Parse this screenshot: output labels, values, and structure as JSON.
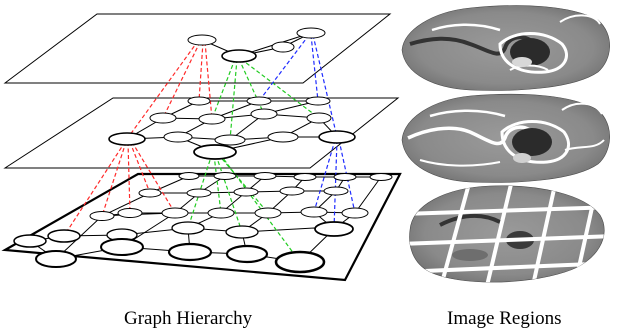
{
  "captions": {
    "left": "Graph Hierarchy",
    "right": "Image Regions"
  },
  "colors": {
    "red_links": "#ff2a2a",
    "green_links": "#22cc22",
    "blue_links": "#1f2cff",
    "graph_edges": "#000000",
    "region_boundary": "#ffffff",
    "brain_tissue": "#8c8c8c"
  },
  "graph_levels": [
    {
      "level": "top",
      "node_count": 4
    },
    {
      "level": "middle",
      "node_count": 13
    },
    {
      "level": "bottom",
      "node_count": 29
    }
  ],
  "image_panels": [
    {
      "name": "coarse-regions"
    },
    {
      "name": "finer-regions"
    },
    {
      "name": "grid-regions"
    }
  ]
}
